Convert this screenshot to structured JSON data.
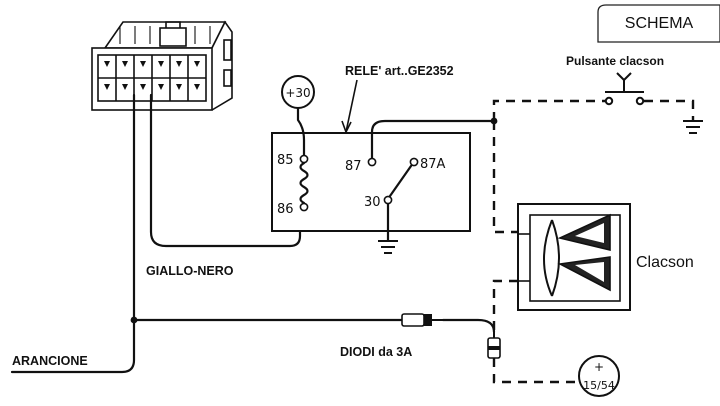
{
  "badge": {
    "text": "SCHEMA"
  },
  "relay": {
    "title": "RELE' art..GE2352",
    "pin_85": "85",
    "pin_86": "86",
    "pin_87": "87",
    "pin_87a": "87A",
    "pin_30": "30"
  },
  "supply_30": "+30",
  "supply_15_54": "15/54",
  "supply_plus": "+",
  "button": {
    "label": "Pulsante clacson"
  },
  "horn": {
    "label": "Clacson"
  },
  "wires": {
    "yellow_black": "GIALLO-NERO",
    "orange": "ARANCIONE",
    "diodes": "DIODI da 3A"
  }
}
